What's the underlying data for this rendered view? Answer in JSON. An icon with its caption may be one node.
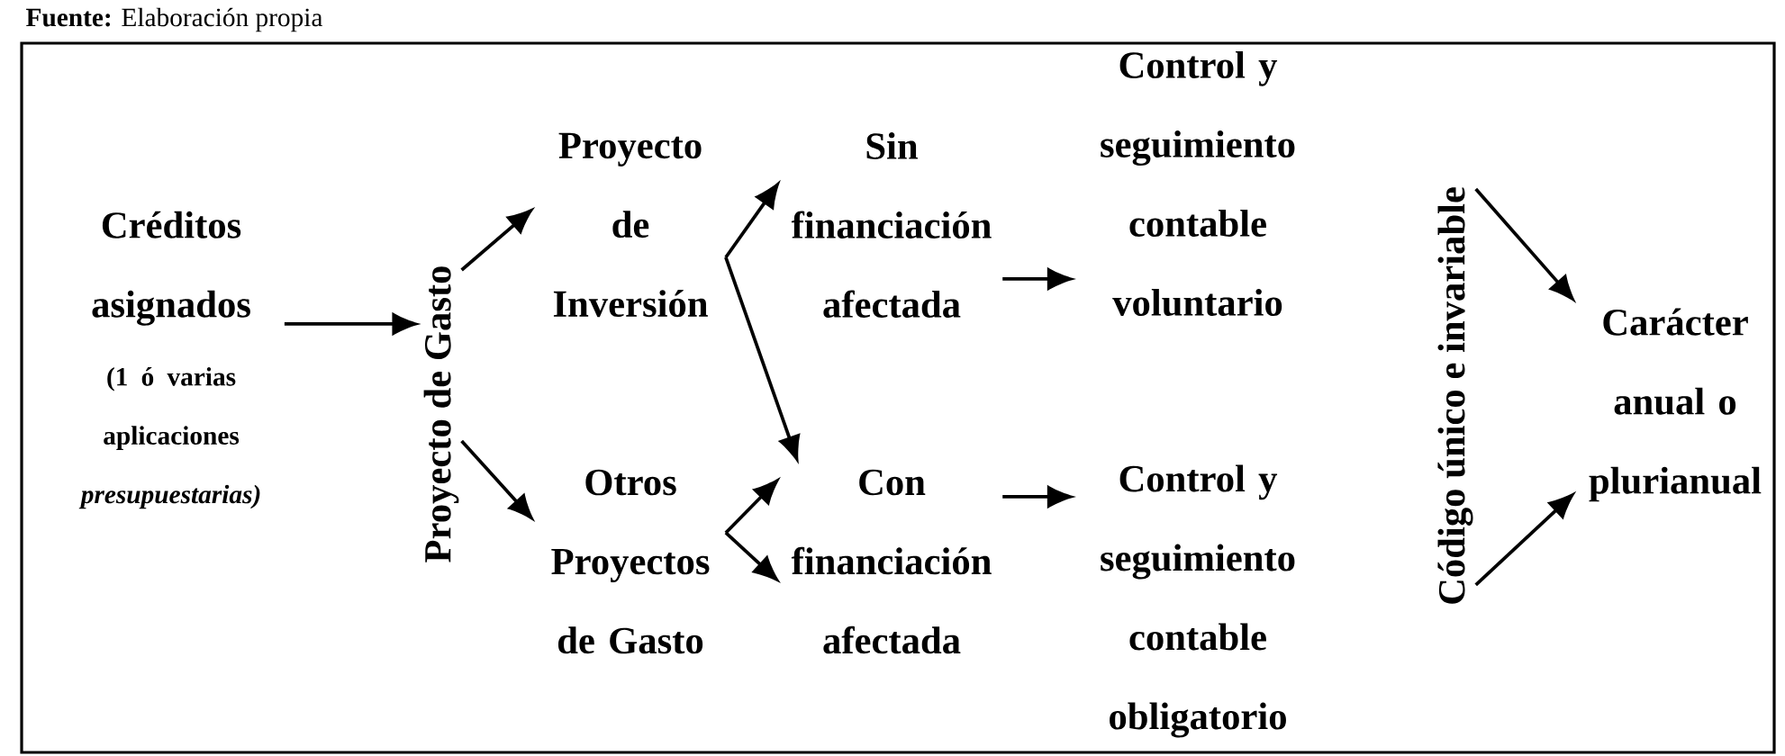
{
  "diagram": {
    "nodes": [
      {
        "text": [
          "Créditos asignados",
          "(1 ó varias aplicaciones *presupuestarias)*"
        ]
      },
      {
        "text": [
          "Proyecto de Gasto"
        ]
      },
      {
        "text": [
          "Proyecto de Inversión"
        ]
      },
      {
        "text": [
          "Otros Proyectos de Gasto"
        ]
      },
      {
        "text": [
          "Sin financiación afectada"
        ]
      },
      {
        "text": [
          "Con financiación afectada"
        ]
      },
      {
        "text": [
          "Control y seguimiento contable voluntario"
        ]
      },
      {
        "text": [
          "Control y seguimiento contable obligatorio"
        ]
      },
      {
        "text": [
          "Código único e invariable"
        ]
      },
      {
        "text": [
          "Carácter anual o plurianual"
        ]
      }
    ],
    "edges": [
      {
        "from": 0,
        "to": 1,
        "arrow": "to"
      },
      {
        "from": 1,
        "to": 2,
        "arrow": "to"
      },
      {
        "from": 1,
        "to": 3,
        "arrow": "to"
      },
      {
        "from": 2,
        "to": 4,
        "arrow": "to"
      },
      {
        "from": 2,
        "to": 5,
        "arrow": "to"
      },
      {
        "from": 3,
        "to": 5,
        "arrow": "to"
      },
      {
        "from": 3,
        "to": 5,
        "arrow": "to"
      },
      {
        "from": 4,
        "to": 6,
        "arrow": "to"
      },
      {
        "from": 5,
        "to": 7,
        "arrow": "to"
      },
      {
        "from": 8,
        "to": 9,
        "arrow": "to"
      },
      {
        "from": 8,
        "to": 9,
        "arrow": "to"
      }
    ],
    "labels": [
      "**Fuente:** Elaboración propia"
    ]
  }
}
